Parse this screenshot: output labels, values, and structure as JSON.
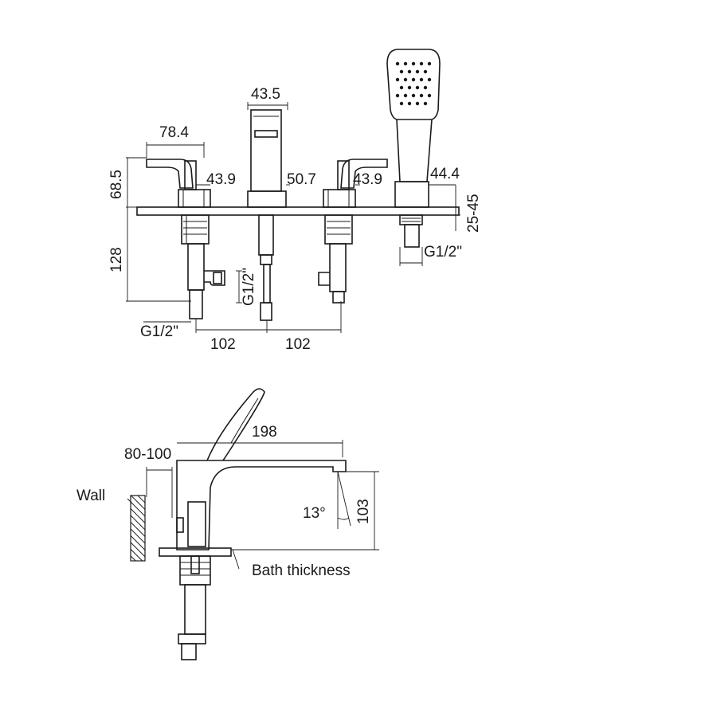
{
  "plan_view": {
    "dims": {
      "lever_width": "78.4",
      "spout_width": "43.5",
      "handshower_base": "44.4",
      "left_valve_body": "43.9",
      "spout_body": "50.7",
      "right_valve_body": "43.9",
      "lever_height": "68.5",
      "tail_length": "128",
      "deck_range": "25-45",
      "spacing_left": "102",
      "spacing_right": "102"
    },
    "threads": {
      "left_inlet": "G1/2\"",
      "spout_connection": "G1/2\"",
      "handshower_connection": "G1/2\""
    }
  },
  "side_view": {
    "dims": {
      "spout_reach": "198",
      "wall_distance": "80-100",
      "spout_height": "103",
      "spout_angle": "13°"
    },
    "labels": {
      "wall": "Wall",
      "bath_thickness": "Bath thickness"
    }
  }
}
